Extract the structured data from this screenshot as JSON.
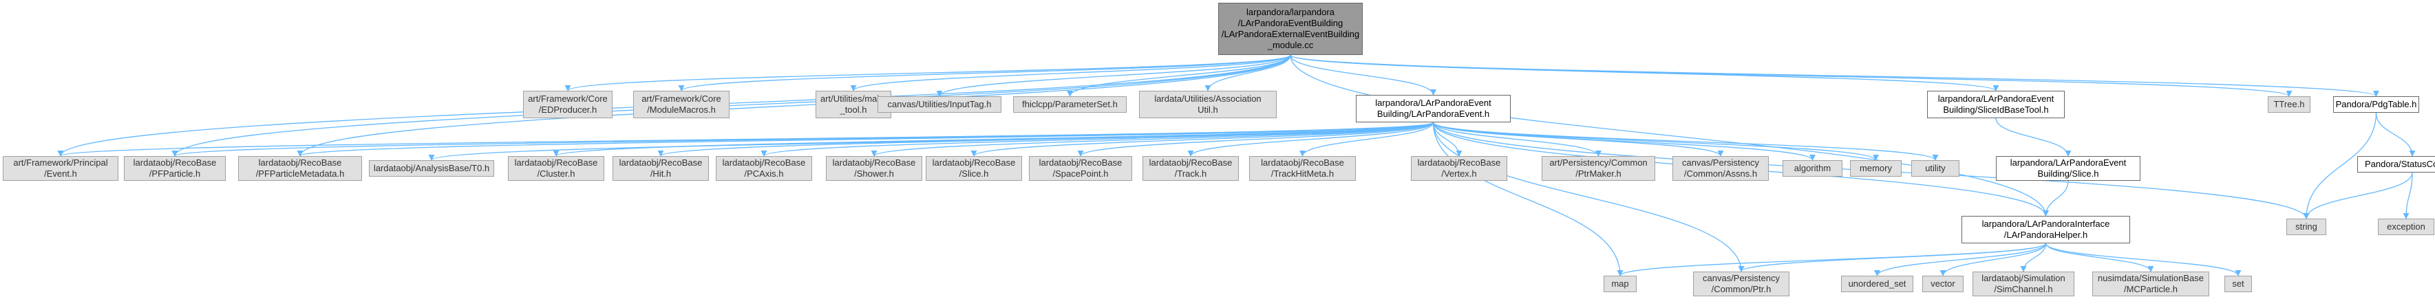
{
  "diagram": {
    "nodes": [
      {
        "id": "root",
        "label": "larpandora/larpandora\n/LArPandoraEventBuilding\n/LArPandoraExternalEventBuilding\n_module.cc",
        "style": "root"
      },
      {
        "id": "edproducer",
        "label": "art/Framework/Core\n/EDProducer.h",
        "style": "gray"
      },
      {
        "id": "modulemacros",
        "label": "art/Framework/Core\n/ModuleMacros.h",
        "style": "gray"
      },
      {
        "id": "maketool",
        "label": "art/Utilities/make\n_tool.h",
        "style": "gray"
      },
      {
        "id": "inputtag",
        "label": "canvas/Utilities/InputTag.h",
        "style": "gray"
      },
      {
        "id": "paramset",
        "label": "fhiclcpp/ParameterSet.h",
        "style": "gray"
      },
      {
        "id": "assocutil",
        "label": "lardata/Utilities/Association\nUtil.h",
        "style": "gray"
      },
      {
        "id": "lpevent",
        "label": "larpandora/LArPandoraEvent\nBuilding/LArPandoraEvent.h",
        "style": "white"
      },
      {
        "id": "sliceidtool",
        "label": "larpandora/LArPandoraEvent\nBuilding/SliceIdBaseTool.h",
        "style": "white"
      },
      {
        "id": "ttree",
        "label": "TTree.h",
        "style": "gray"
      },
      {
        "id": "pdgtable",
        "label": "Pandora/PdgTable.h",
        "style": "white"
      },
      {
        "id": "event",
        "label": "art/Framework/Principal\n/Event.h",
        "style": "gray"
      },
      {
        "id": "pfparticle",
        "label": "lardataobj/RecoBase\n/PFParticle.h",
        "style": "gray"
      },
      {
        "id": "pfpmeta",
        "label": "lardataobj/RecoBase\n/PFParticleMetadata.h",
        "style": "gray"
      },
      {
        "id": "t0",
        "label": "lardataobj/AnalysisBase/T0.h",
        "style": "gray"
      },
      {
        "id": "cluster",
        "label": "lardataobj/RecoBase\n/Cluster.h",
        "style": "gray"
      },
      {
        "id": "hit",
        "label": "lardataobj/RecoBase\n/Hit.h",
        "style": "gray"
      },
      {
        "id": "pcaxis",
        "label": "lardataobj/RecoBase\n/PCAxis.h",
        "style": "gray"
      },
      {
        "id": "shower",
        "label": "lardataobj/RecoBase\n/Shower.h",
        "style": "gray"
      },
      {
        "id": "slicerb",
        "label": "lardataobj/RecoBase\n/Slice.h",
        "style": "gray"
      },
      {
        "id": "spacepoint",
        "label": "lardataobj/RecoBase\n/SpacePoint.h",
        "style": "gray"
      },
      {
        "id": "track",
        "label": "lardataobj/RecoBase\n/Track.h",
        "style": "gray"
      },
      {
        "id": "trackhitmeta",
        "label": "lardataobj/RecoBase\n/TrackHitMeta.h",
        "style": "gray"
      },
      {
        "id": "vertex",
        "label": "lardataobj/RecoBase\n/Vertex.h",
        "style": "gray"
      },
      {
        "id": "ptrmaker",
        "label": "art/Persistency/Common\n/PtrMaker.h",
        "style": "gray"
      },
      {
        "id": "assns",
        "label": "canvas/Persistency\n/Common/Assns.h",
        "style": "gray"
      },
      {
        "id": "algorithm",
        "label": "algorithm",
        "style": "gray"
      },
      {
        "id": "memory",
        "label": "memory",
        "style": "gray"
      },
      {
        "id": "utility",
        "label": "utility",
        "style": "gray"
      },
      {
        "id": "slicelp",
        "label": "larpandora/LArPandoraEvent\nBuilding/Slice.h",
        "style": "white"
      },
      {
        "id": "statuscodes",
        "label": "Pandora/StatusCodes.h",
        "style": "white"
      },
      {
        "id": "lphelper",
        "label": "larpandora/LArPandoraInterface\n/LArPandoraHelper.h",
        "style": "white"
      },
      {
        "id": "string",
        "label": "string",
        "style": "gray"
      },
      {
        "id": "exception",
        "label": "exception",
        "style": "gray"
      },
      {
        "id": "map",
        "label": "map",
        "style": "gray"
      },
      {
        "id": "ptr",
        "label": "canvas/Persistency\n/Common/Ptr.h",
        "style": "gray"
      },
      {
        "id": "unordered",
        "label": "unordered_set",
        "style": "gray"
      },
      {
        "id": "vector",
        "label": "vector",
        "style": "gray"
      },
      {
        "id": "simchannel",
        "label": "lardataobj/Simulation\n/SimChannel.h",
        "style": "gray"
      },
      {
        "id": "mcparticle",
        "label": "nusimdata/SimulationBase\n/MCParticle.h",
        "style": "gray"
      },
      {
        "id": "set",
        "label": "set",
        "style": "gray"
      }
    ],
    "edges": [
      [
        "root",
        "edproducer"
      ],
      [
        "root",
        "modulemacros"
      ],
      [
        "root",
        "maketool"
      ],
      [
        "root",
        "inputtag"
      ],
      [
        "root",
        "paramset"
      ],
      [
        "root",
        "assocutil"
      ],
      [
        "root",
        "lpevent"
      ],
      [
        "root",
        "sliceidtool"
      ],
      [
        "root",
        "ttree"
      ],
      [
        "root",
        "pdgtable"
      ],
      [
        "root",
        "event"
      ],
      [
        "root",
        "pfparticle"
      ],
      [
        "root",
        "pfpmeta"
      ],
      [
        "root",
        "lphelper"
      ],
      [
        "lpevent",
        "event"
      ],
      [
        "lpevent",
        "pfparticle"
      ],
      [
        "lpevent",
        "pfpmeta"
      ],
      [
        "lpevent",
        "t0"
      ],
      [
        "lpevent",
        "cluster"
      ],
      [
        "lpevent",
        "hit"
      ],
      [
        "lpevent",
        "pcaxis"
      ],
      [
        "lpevent",
        "shower"
      ],
      [
        "lpevent",
        "slicerb"
      ],
      [
        "lpevent",
        "spacepoint"
      ],
      [
        "lpevent",
        "track"
      ],
      [
        "lpevent",
        "trackhitmeta"
      ],
      [
        "lpevent",
        "vertex"
      ],
      [
        "lpevent",
        "ptrmaker"
      ],
      [
        "lpevent",
        "assns"
      ],
      [
        "lpevent",
        "algorithm"
      ],
      [
        "lpevent",
        "memory"
      ],
      [
        "lpevent",
        "utility"
      ],
      [
        "lpevent",
        "string"
      ],
      [
        "lpevent",
        "map"
      ],
      [
        "lpevent",
        "ptr"
      ],
      [
        "lpevent",
        "lphelper"
      ],
      [
        "sliceidtool",
        "slicelp"
      ],
      [
        "slicelp",
        "lphelper"
      ],
      [
        "pdgtable",
        "statuscodes"
      ],
      [
        "pdgtable",
        "string"
      ],
      [
        "statuscodes",
        "string"
      ],
      [
        "statuscodes",
        "exception"
      ],
      [
        "lphelper",
        "map"
      ],
      [
        "lphelper",
        "ptr"
      ],
      [
        "lphelper",
        "unordered"
      ],
      [
        "lphelper",
        "vector"
      ],
      [
        "lphelper",
        "simchannel"
      ],
      [
        "lphelper",
        "mcparticle"
      ],
      [
        "lphelper",
        "set"
      ]
    ]
  }
}
